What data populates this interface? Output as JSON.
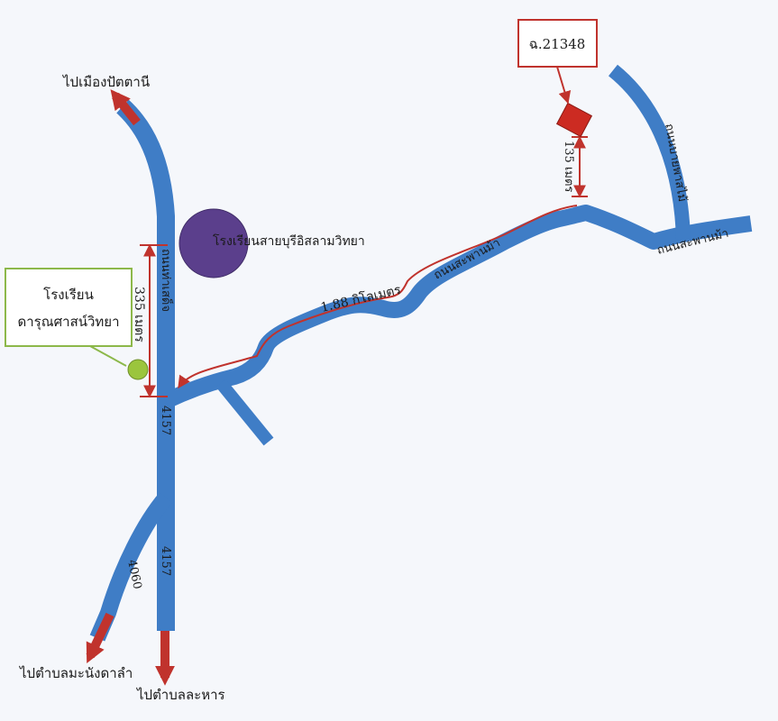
{
  "labels": {
    "to_pattani": "ไปเมืองปัตตานี",
    "to_manang_dalam": "ไปตำบลมะนังดาลำ",
    "to_lahan": "ไปตำบลละหาร",
    "school_sai_buri": "โรงเรียนสายบุรีอิสลามวิทยา",
    "school_darun_line1": "โรงเรียน",
    "school_darun_line2": "ดารุณศาสน์วิทยา",
    "plot_id": "ฉ.21348",
    "dist_335": "335 เมตร",
    "dist_188": "1.88 กิโลเมตร",
    "dist_135": "135 เมตร",
    "road_main_name": "ถนนท่าเสด็จ",
    "road_4157_upper": "4157",
    "road_4157_lower": "4157",
    "road_4060": "4060",
    "road_saphan_mai_1": "ถนนสะพานม้า",
    "road_saphan_mai_2": "ถนนสะพานม้า",
    "road_ne_name": "ถนนบายพาสไม้"
  },
  "colors": {
    "road": "#3f7dc6",
    "route": "#c0332d",
    "plot_marker": "#cc2b22",
    "school_sai_buri": "#5b3f8c",
    "school_darun": "#9bc53d",
    "darun_box_border": "#8cb84a"
  }
}
